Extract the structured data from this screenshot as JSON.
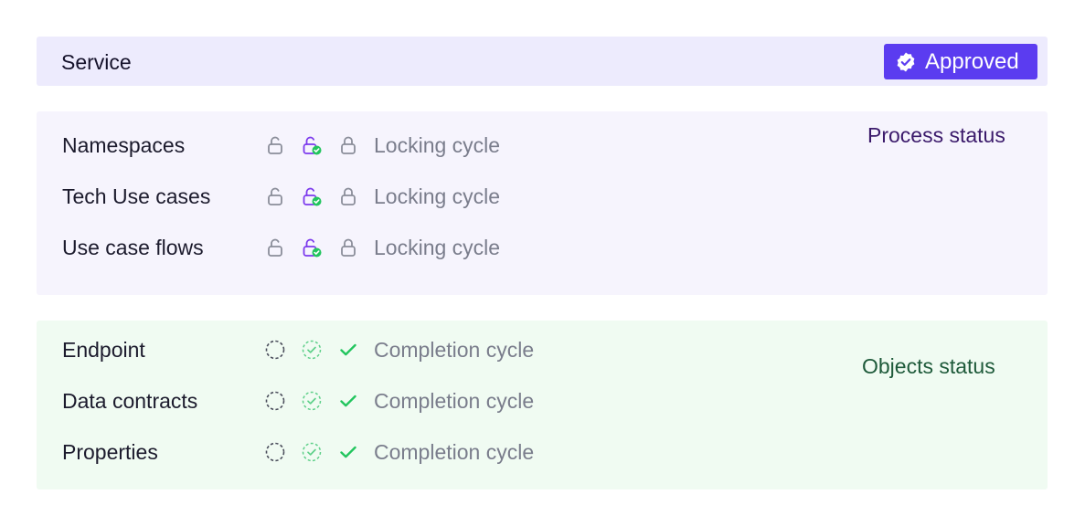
{
  "header": {
    "title": "Service",
    "badge_label": "Approved"
  },
  "process": {
    "heading": "Process status",
    "rows": [
      {
        "label": "Namespaces",
        "status": "Locking cycle"
      },
      {
        "label": "Tech Use cases",
        "status": "Locking cycle"
      },
      {
        "label": "Use case flows",
        "status": "Locking cycle"
      }
    ]
  },
  "objects": {
    "heading": "Objects status",
    "rows": [
      {
        "label": "Endpoint",
        "status": "Completion cycle"
      },
      {
        "label": "Data contracts",
        "status": "Completion cycle"
      },
      {
        "label": "Properties",
        "status": "Completion cycle"
      }
    ]
  },
  "colors": {
    "accent": "#5b3cf0",
    "success": "#22c55e",
    "lock_gray": "#8a8d99",
    "lock_purple": "#7c3aed"
  },
  "icons": {
    "process_row": [
      "unlock-icon",
      "unlock-check-icon",
      "lock-icon"
    ],
    "objects_row": [
      "dashed-circle-icon",
      "dashed-circle-check-icon",
      "check-icon"
    ],
    "badge": "verified-badge-icon"
  }
}
